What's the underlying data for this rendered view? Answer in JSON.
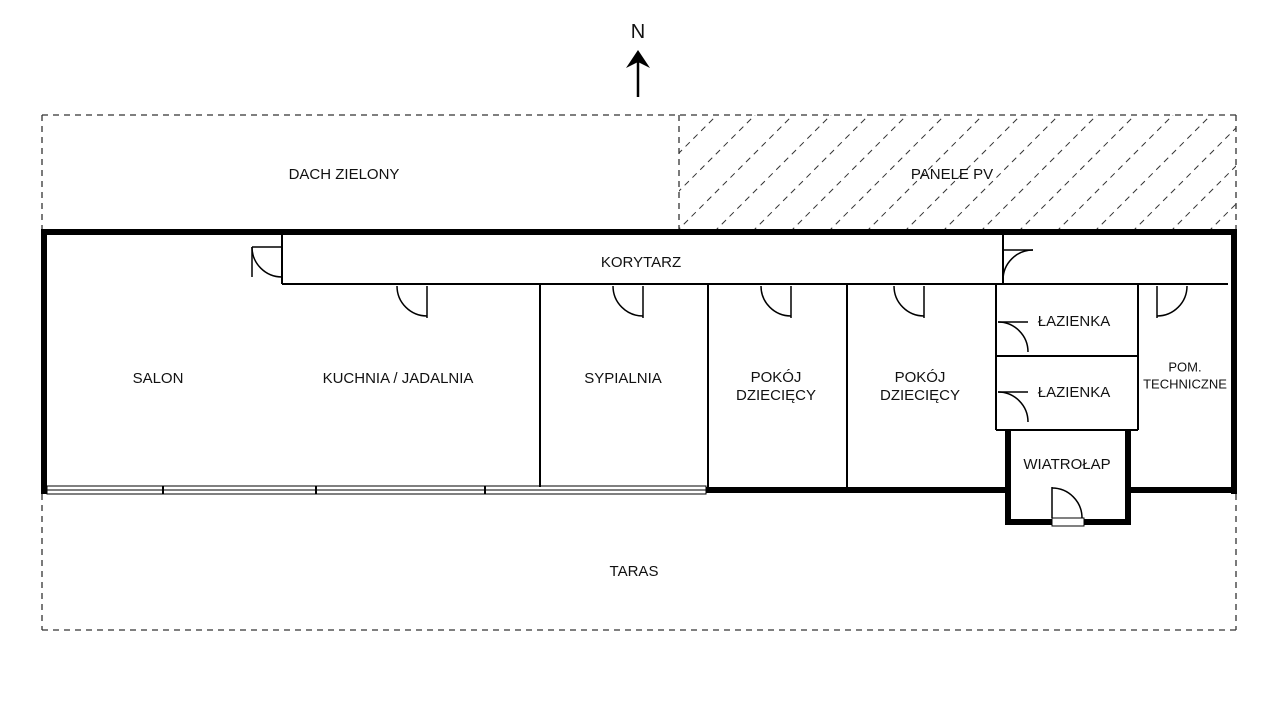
{
  "compass": {
    "label": "N"
  },
  "zones": {
    "green_roof": "DACH ZIELONY",
    "pv_panels": "PANELE PV",
    "terrace": "TARAS"
  },
  "rooms": {
    "corridor": "KORYTARZ",
    "living_room": "SALON",
    "kitchen_dining": "KUCHNIA / JADALNIA",
    "bedroom": "SYPIALNIA",
    "kids_room_1_line1": "POKÓJ",
    "kids_room_1_line2": "DZIECIĘCY",
    "kids_room_2_line1": "POKÓJ",
    "kids_room_2_line2": "DZIECIĘCY",
    "bathroom_1": "ŁAZIENKA",
    "bathroom_2": "ŁAZIENKA",
    "technical_line1": "POM.",
    "technical_line2": "TECHNICZNE",
    "vestibule": "WIATROŁAP"
  }
}
